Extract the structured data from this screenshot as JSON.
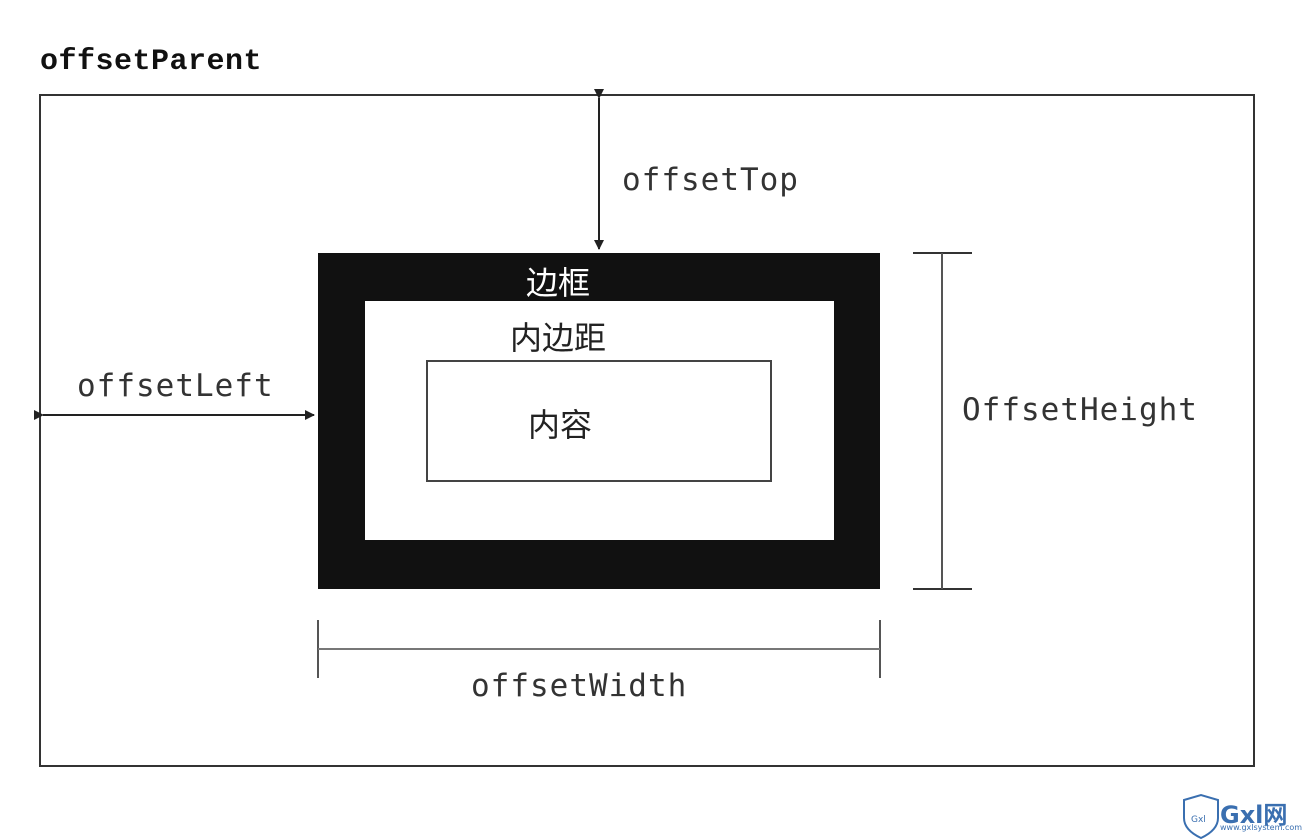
{
  "diagram": {
    "title": "offsetParent",
    "labels": {
      "offset_top": "offsetTop",
      "offset_left": "offsetLeft",
      "offset_height": "OffsetHeight",
      "offset_width": "offsetWidth"
    },
    "boxes": {
      "border": "边框",
      "padding": "内边距",
      "content": "内容"
    }
  },
  "watermark": {
    "brand": "Gxl网",
    "url": "www.gxlsystem.com"
  },
  "colors": {
    "border_fill": "#111111",
    "line": "#333333",
    "watermark": "#3a6fb0"
  }
}
